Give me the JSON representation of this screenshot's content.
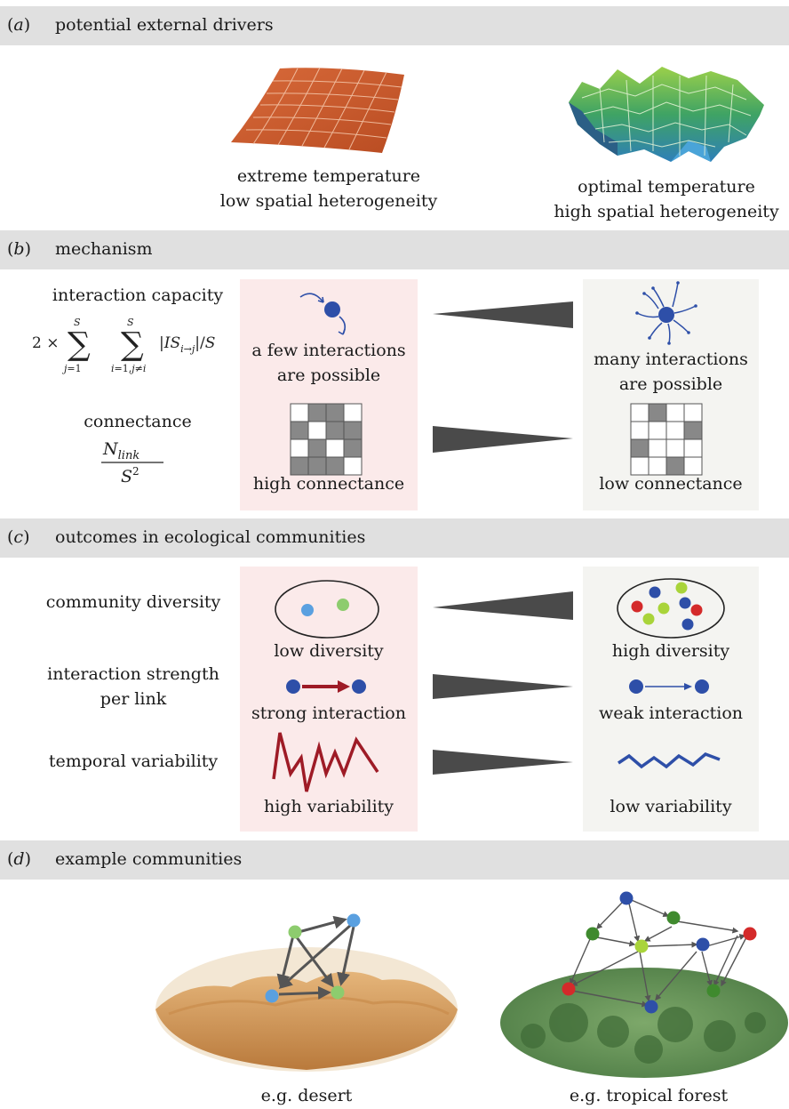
{
  "sections": {
    "a": {
      "label": "a",
      "title": "potential external drivers"
    },
    "b": {
      "label": "b",
      "title": "mechanism"
    },
    "c": {
      "label": "c",
      "title": "outcomes in ecological communities"
    },
    "d": {
      "label": "d",
      "title": "example communities"
    }
  },
  "drivers": {
    "left_line1": "extreme temperature",
    "left_line2": "low spatial heterogeneity",
    "right_line1": "optimal temperature",
    "right_line2": "high spatial heterogeneity"
  },
  "mechanism": {
    "capacity_label": "interaction capacity",
    "connectance_label": "connectance",
    "few_line1": "a few interactions",
    "few_line2": "are possible",
    "many_line1": "many interactions",
    "many_line2": "are possible",
    "high_connectance": "high connectance",
    "low_connectance": "low connectance"
  },
  "outcomes": {
    "diversity_label": "community diversity",
    "strength_line1": "interaction strength",
    "strength_line2": "per link",
    "variability_label": "temporal variability",
    "low_diversity": "low diversity",
    "high_diversity": "high diversity",
    "strong_interaction": "strong interaction",
    "weak_interaction": "weak interaction",
    "high_variability": "high variability",
    "low_variability": "low variability"
  },
  "examples": {
    "desert": "e.g. desert",
    "forest": "e.g. tropical forest"
  },
  "colors": {
    "band": "#e0e0e0",
    "pink_panel": "#fbeaea",
    "grey_panel": "#f4f4f1",
    "node_blue": "#2e4fa8",
    "node_light_blue": "#5aa0e0",
    "node_light_green": "#8dcc6e",
    "node_yellow_green": "#a9d43a",
    "node_red": "#d42a2a",
    "node_dark_green": "#3f8a2e",
    "strong_arrow": "#9e1b26",
    "high_var_line": "#9e1b26",
    "low_var_line": "#2e4fa8",
    "wedge": "#4a4a4a"
  }
}
